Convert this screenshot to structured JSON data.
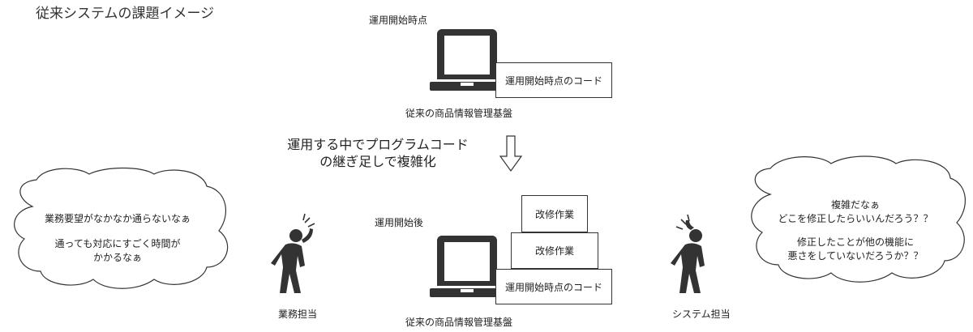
{
  "title": "従来システムの課題イメージ",
  "top": {
    "label": "運用開始時点",
    "code_box": "運用開始時点のコード",
    "caption": "従来の商品情報管理基盤"
  },
  "transition": {
    "line1": "運用する中でプログラムコード",
    "line2": "の継ぎ足しで複雑化"
  },
  "bottom": {
    "label": "運用開始後",
    "mod_box_1": "改修作業",
    "mod_box_2": "改修作業",
    "code_box": "運用開始時点のコード",
    "caption": "従来の商品情報管理基盤"
  },
  "left_person": {
    "label": "業務担当",
    "bubble_line1": "業務要望がなかなか通らないなぁ",
    "bubble_line2": "通っても対応にすごく時間が",
    "bubble_line3": "かかるなぁ"
  },
  "right_person": {
    "label": "システム担当",
    "bubble_line1": "複雑だなぁ",
    "bubble_line2": "どこを修正したらいいんだろう？？",
    "bubble_line3": "修正したことが他の機能に",
    "bubble_line4": "悪さをしていないだろうか？？"
  },
  "colors": {
    "icon": "#333333",
    "stroke": "#333333"
  },
  "icons": [
    "laptop-icon",
    "troubled-person-icon",
    "down-arrow-icon",
    "thought-cloud-icon"
  ]
}
